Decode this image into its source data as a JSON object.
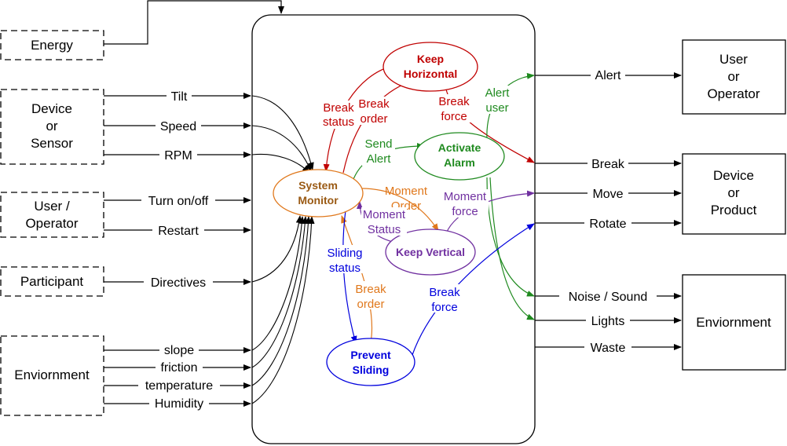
{
  "colors": {
    "black": "#000000",
    "red": "#c00000",
    "green": "#1f8a1f",
    "blue": "#0000dd",
    "orange": "#e0781c",
    "purple": "#7030a0",
    "brown": "#9a5a14"
  },
  "inputs": {
    "energy": "Energy",
    "device_or_sensor": [
      "Device",
      "or",
      "Sensor"
    ],
    "user_operator": [
      "User /",
      "Operator"
    ],
    "participant": "Participant",
    "environment": "Enviornment"
  },
  "outputs": {
    "user_or_operator": [
      "User",
      "or",
      "Operator"
    ],
    "device_or_product": [
      "Device",
      "or",
      "Product"
    ],
    "environment": "Enviornment"
  },
  "input_signals": {
    "tilt": "Tilt",
    "speed": "Speed",
    "rpm": "RPM",
    "turn_on_off": "Turn on/off",
    "restart": "Restart",
    "directives": "Directives",
    "slope": "slope",
    "friction": "friction",
    "temperature": "temperature",
    "humidity": "Humidity"
  },
  "output_signals": {
    "alert": "Alert",
    "break": "Break",
    "move": "Move",
    "rotate": "Rotate",
    "noise_sound": "Noise / Sound",
    "lights": "Lights",
    "waste": "Waste"
  },
  "functions": {
    "system_monitor": [
      "System",
      "Monitor"
    ],
    "keep_horizontal": [
      "Keep",
      "Horizontal"
    ],
    "activate_alarm": [
      "Activate",
      "Alarm"
    ],
    "keep_vertical": "Keep Vertical",
    "prevent_sliding": [
      "Prevent",
      "Sliding"
    ]
  },
  "flows": {
    "break_status": [
      "Break",
      "status"
    ],
    "break_order_red": [
      "Break",
      "order"
    ],
    "break_force_red": [
      "Break",
      "force"
    ],
    "alert_user": [
      "Alert",
      "user"
    ],
    "send_alert": [
      "Send",
      "Alert"
    ],
    "moment_order": [
      "Moment",
      "Order"
    ],
    "moment_force": [
      "Moment",
      "force"
    ],
    "moment_status": [
      "Moment",
      "Status"
    ],
    "sliding_status": [
      "Sliding",
      "status"
    ],
    "break_order_orange": [
      "Break",
      "order"
    ],
    "break_force_blue": [
      "Break",
      "force"
    ]
  }
}
